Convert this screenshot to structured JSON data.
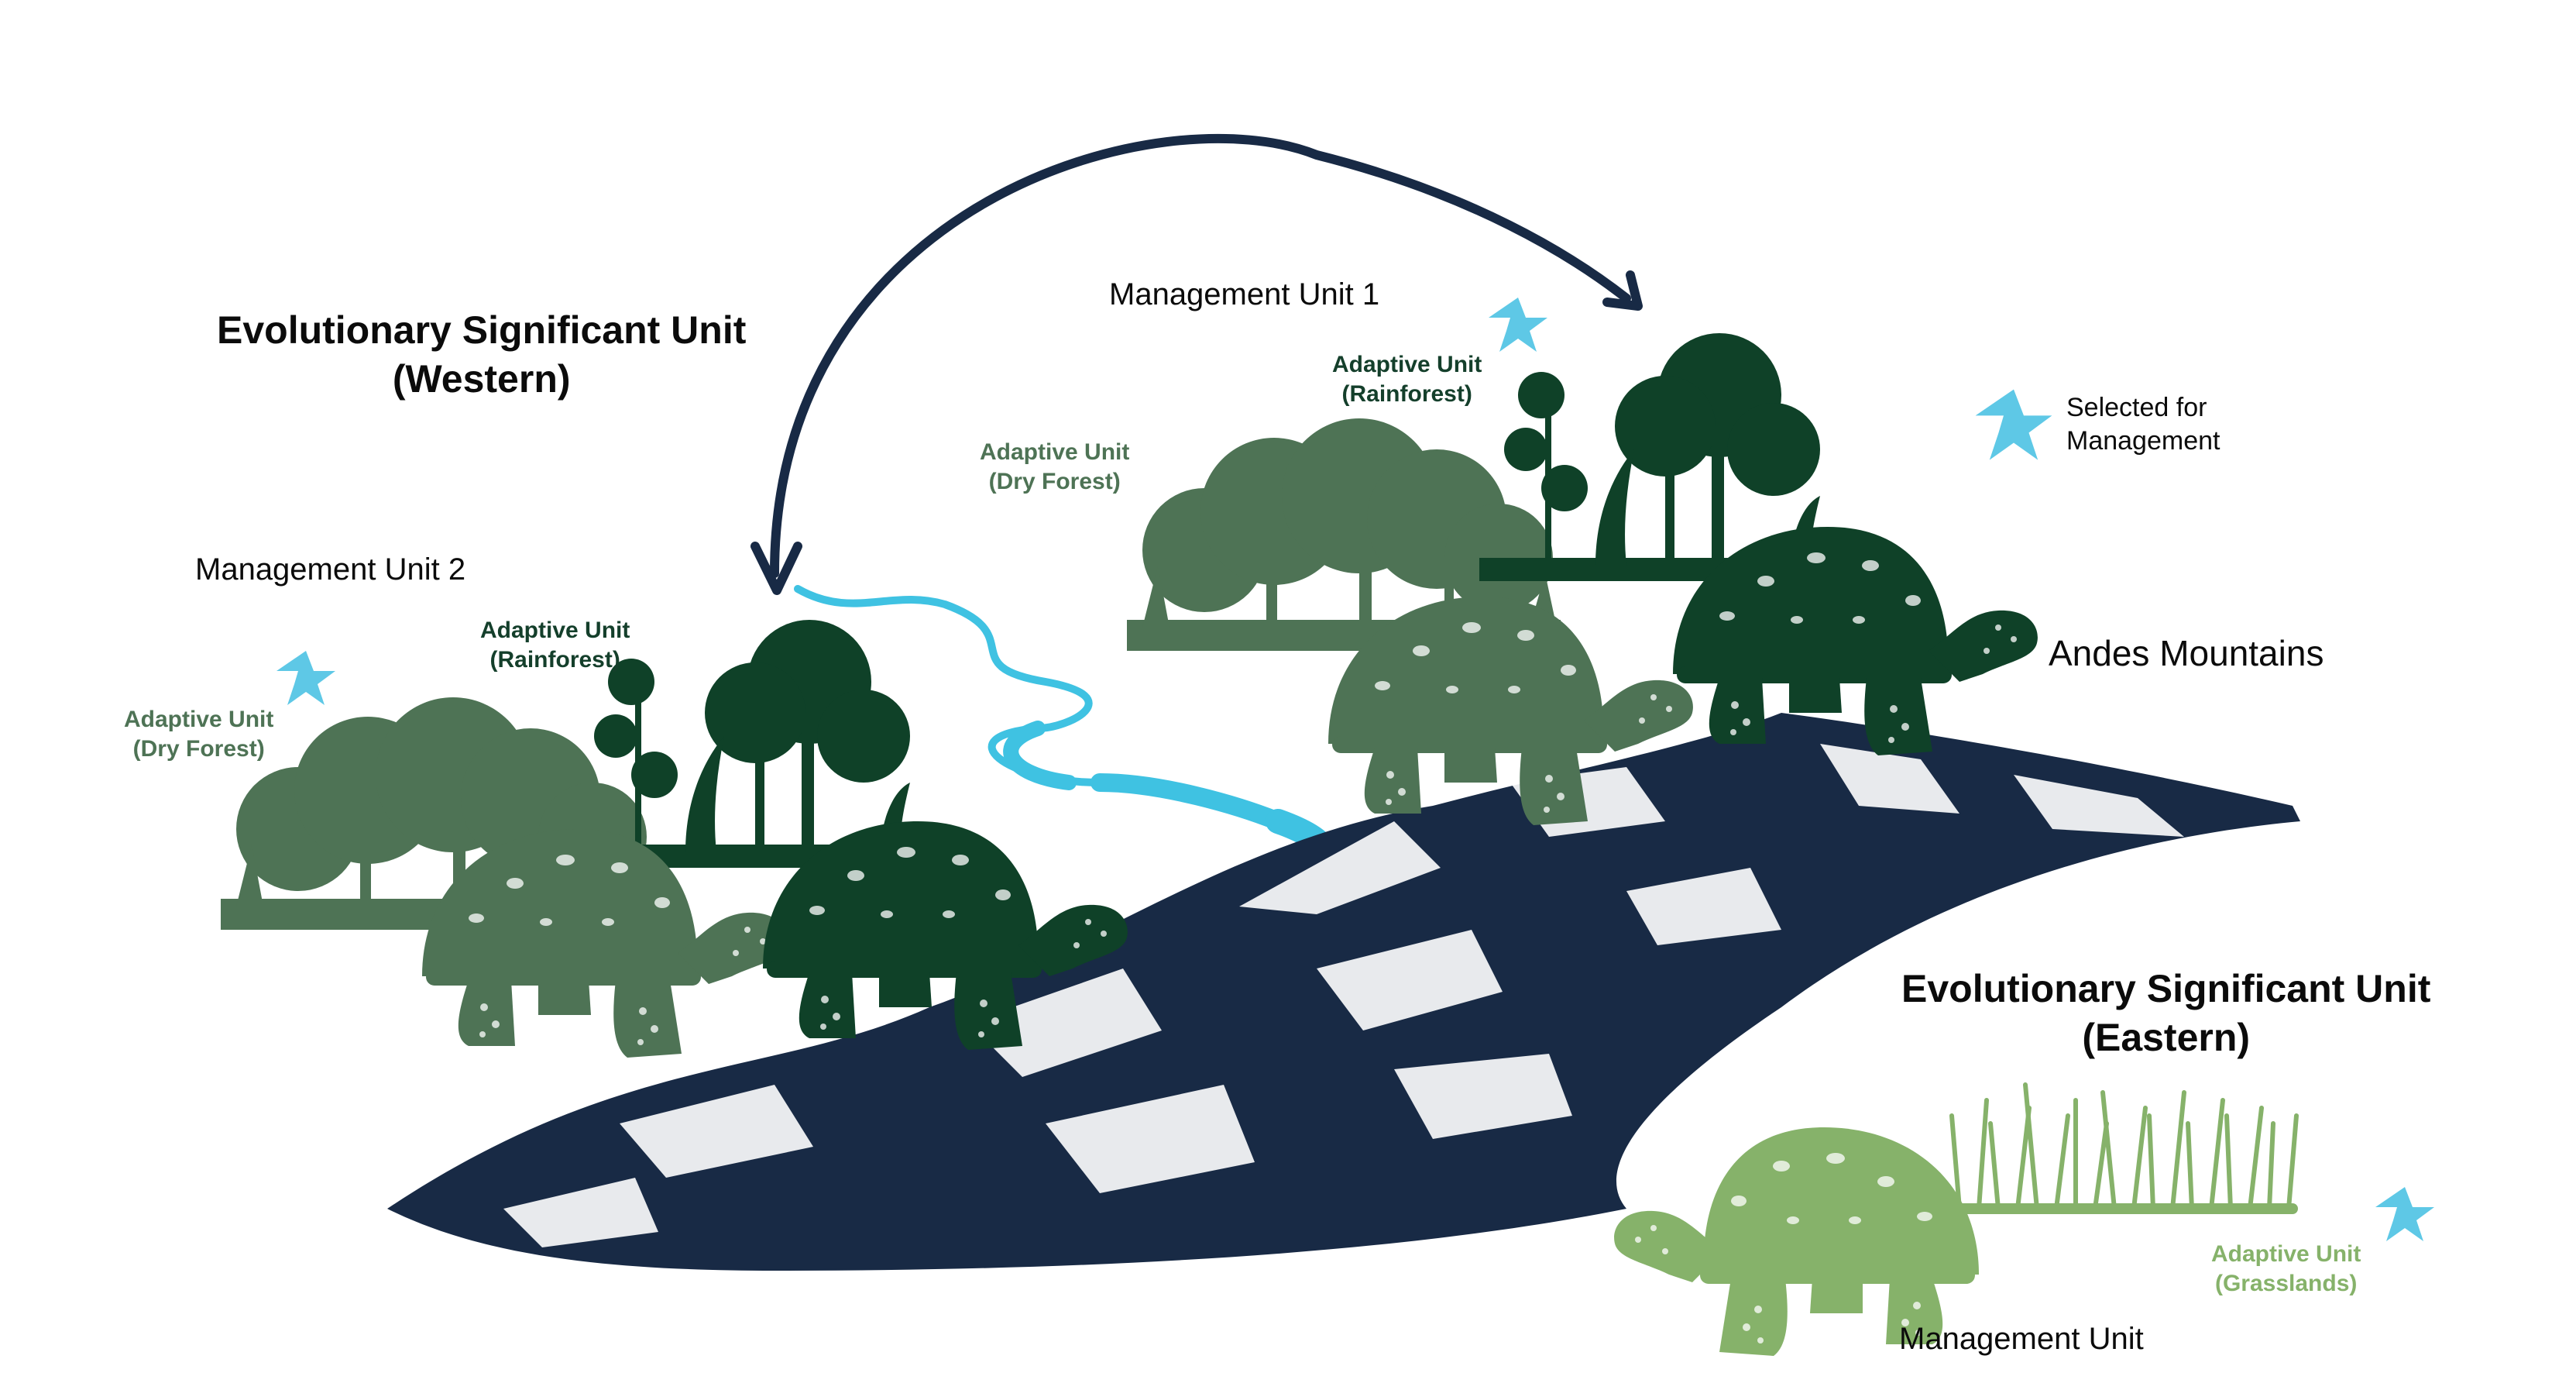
{
  "colors": {
    "navy": "#182a45",
    "river": "#3fc2e2",
    "star": "#5ec8e6",
    "dry_forest": "#4e7355",
    "rainforest": "#0f4128",
    "grasslands": "#86b26a",
    "text": "#0b0b0b"
  },
  "western": {
    "esu_title_line1": "Evolutionary Significant Unit",
    "esu_title_line2": "(Western)",
    "mu1": {
      "label": "Management Unit 1",
      "dry_line1": "Adaptive Unit",
      "dry_line2": "(Dry Forest)",
      "rain_line1": "Adaptive Unit",
      "rain_line2": "(Rainforest)"
    },
    "mu2": {
      "label": "Management Unit 2",
      "dry_line1": "Adaptive Unit",
      "dry_line2": "(Dry Forest)",
      "rain_line1": "Adaptive Unit",
      "rain_line2": "(Rainforest)"
    }
  },
  "eastern": {
    "esu_title_line1": "Evolutionary Significant Unit",
    "esu_title_line2": "(Eastern)",
    "mu_label": "Management Unit",
    "grass_line1": "Adaptive Unit",
    "grass_line2": "(Grasslands)"
  },
  "mountains_label": "Andes Mountains",
  "legend": {
    "line1": "Selected for",
    "line2": "Management",
    "icon": "star-icon"
  }
}
